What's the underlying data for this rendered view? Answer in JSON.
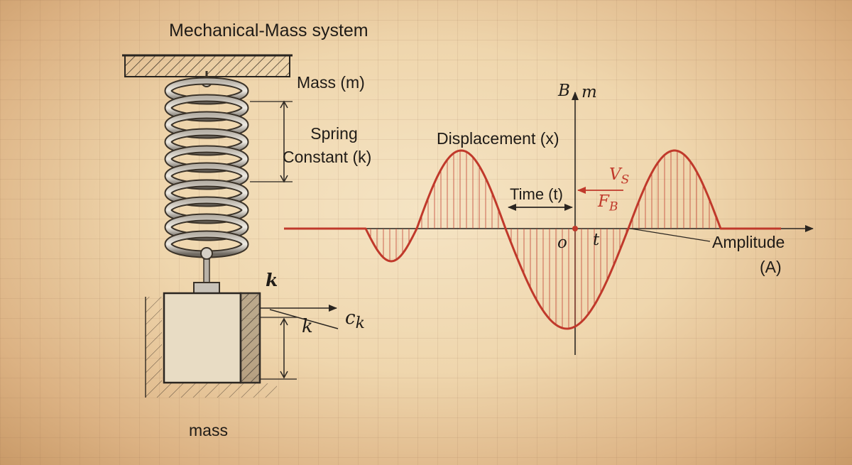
{
  "title": "Mechanical-Mass system",
  "labels": {
    "mass_m": "Mass (m)",
    "spring_line1": "Spring",
    "spring_line2": "Constant (k)",
    "k_top": "k",
    "k_bottom": "k",
    "ck": "c",
    "ck_sub": "k",
    "mass_bottom": "mass"
  },
  "graph": {
    "axis_top_b": "B",
    "axis_top_m": "m",
    "displacement": "Displacement (x)",
    "time": "Time (t)",
    "vs": "V",
    "vs_sub": "S",
    "fb": "F",
    "fb_sub": "B",
    "origin": "o",
    "t_tick": "t",
    "amplitude_line1": "Amplitude",
    "amplitude_line2": "(A)"
  },
  "colors": {
    "curve": "#c0392b",
    "ink": "#2a2520",
    "background": "#efd6ad"
  }
}
